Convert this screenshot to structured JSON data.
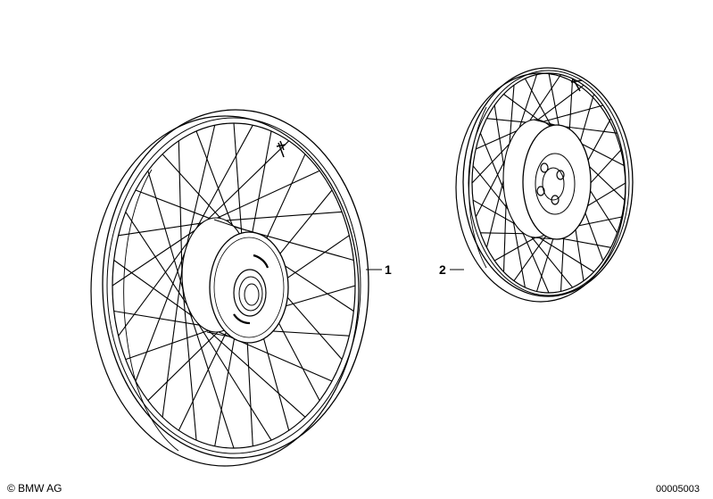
{
  "callouts": [
    {
      "label": "1",
      "part": "wheel-front"
    },
    {
      "label": "2",
      "part": "wheel-rear"
    }
  ],
  "footer": {
    "copyright": "© BMW AG",
    "diagram_number": "00005003"
  },
  "colors": {
    "line": "#000000",
    "background": "#ffffff"
  }
}
